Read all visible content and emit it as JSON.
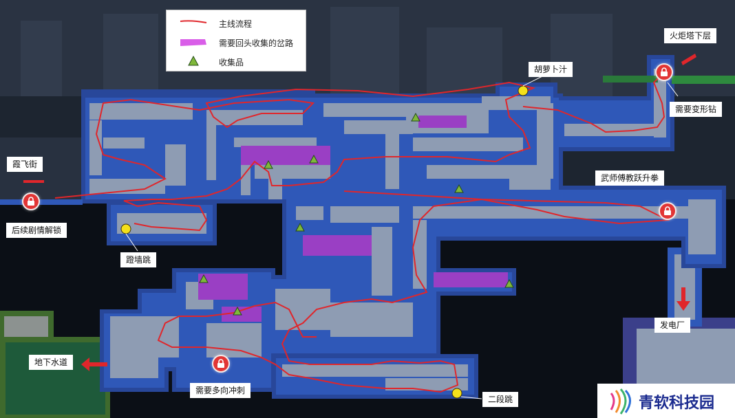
{
  "legend": {
    "items": [
      {
        "label": "主线流程",
        "symbol": "red-line"
      },
      {
        "label": "需要回头收集的岔路",
        "symbol": "magenta-stroke"
      },
      {
        "label": "收集品",
        "symbol": "green-triangle"
      }
    ]
  },
  "labels": {
    "xiafeijie": "霞飞街",
    "locked_story": "后续剧情解锁",
    "wall_jump": "蹬墙跳",
    "sewer": "地下水道",
    "multi_dash": "需要多向冲刺",
    "double_jump": "二段跳",
    "carrot_juice": "胡萝卜汁",
    "torch_tower": "火炬塔下层",
    "morph_drill": "需要变形钻",
    "martial_master": "武师傅教跃升拳",
    "power_plant": "发电厂"
  },
  "watermark": {
    "text": "青软科技园"
  },
  "colors": {
    "main_route": "#e0262b",
    "backtrack_branch": "#9a3fc4",
    "collectible": "#7fb83a",
    "lock": "#e23535",
    "explored_room": "#8e9cb3",
    "room_fill": "#2f58b8",
    "room_border": "#28479a"
  }
}
